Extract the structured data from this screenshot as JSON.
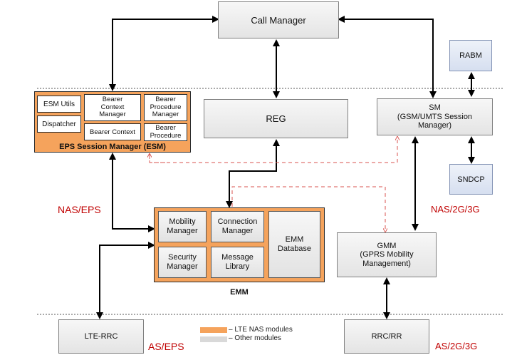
{
  "diagram": {
    "call_manager": "Call Manager",
    "rabm": "RABM",
    "sm": "SM\n(GSM/UMTS Session\nManager)",
    "reg": "REG",
    "sndcp": "SNDCP",
    "esm": {
      "title": "EPS Session Manager (ESM)",
      "esm_utils": "ESM Utils",
      "dispatcher": "Dispatcher",
      "bearer_context_manager": "Bearer\nContext\nManager",
      "bearer_context": "Bearer Context",
      "bearer_procedure_manager": "Bearer\nProcedure\nManager",
      "bearer_procedure": "Bearer\nProcedure"
    },
    "emm": {
      "title": "EMM",
      "mobility_manager": "Mobility\nManager",
      "connection_manager": "Connection\nManager",
      "emm_database": "EMM\nDatabase",
      "security_manager": "Security\nManager",
      "message_library": "Message\nLibrary"
    },
    "gmm": "GMM\n(GPRS Mobility\nManagement)",
    "lte_rrc": "LTE-RRC",
    "rrc_rr": "RRC/RR",
    "labels": {
      "nas_eps": "NAS/EPS",
      "nas_2g3g": "NAS/2G/3G",
      "as_eps": "AS/EPS",
      "as_2g3g": "AS/2G/3G"
    },
    "legend": {
      "lte_nas": "– LTE NAS modules",
      "other": "– Other modules"
    },
    "colors": {
      "lte_nas_modules": "#f5a35c",
      "other_modules": "#d9d9d9",
      "dashed_arrows": "#d9534f",
      "layer_labels": "#c00000"
    }
  }
}
